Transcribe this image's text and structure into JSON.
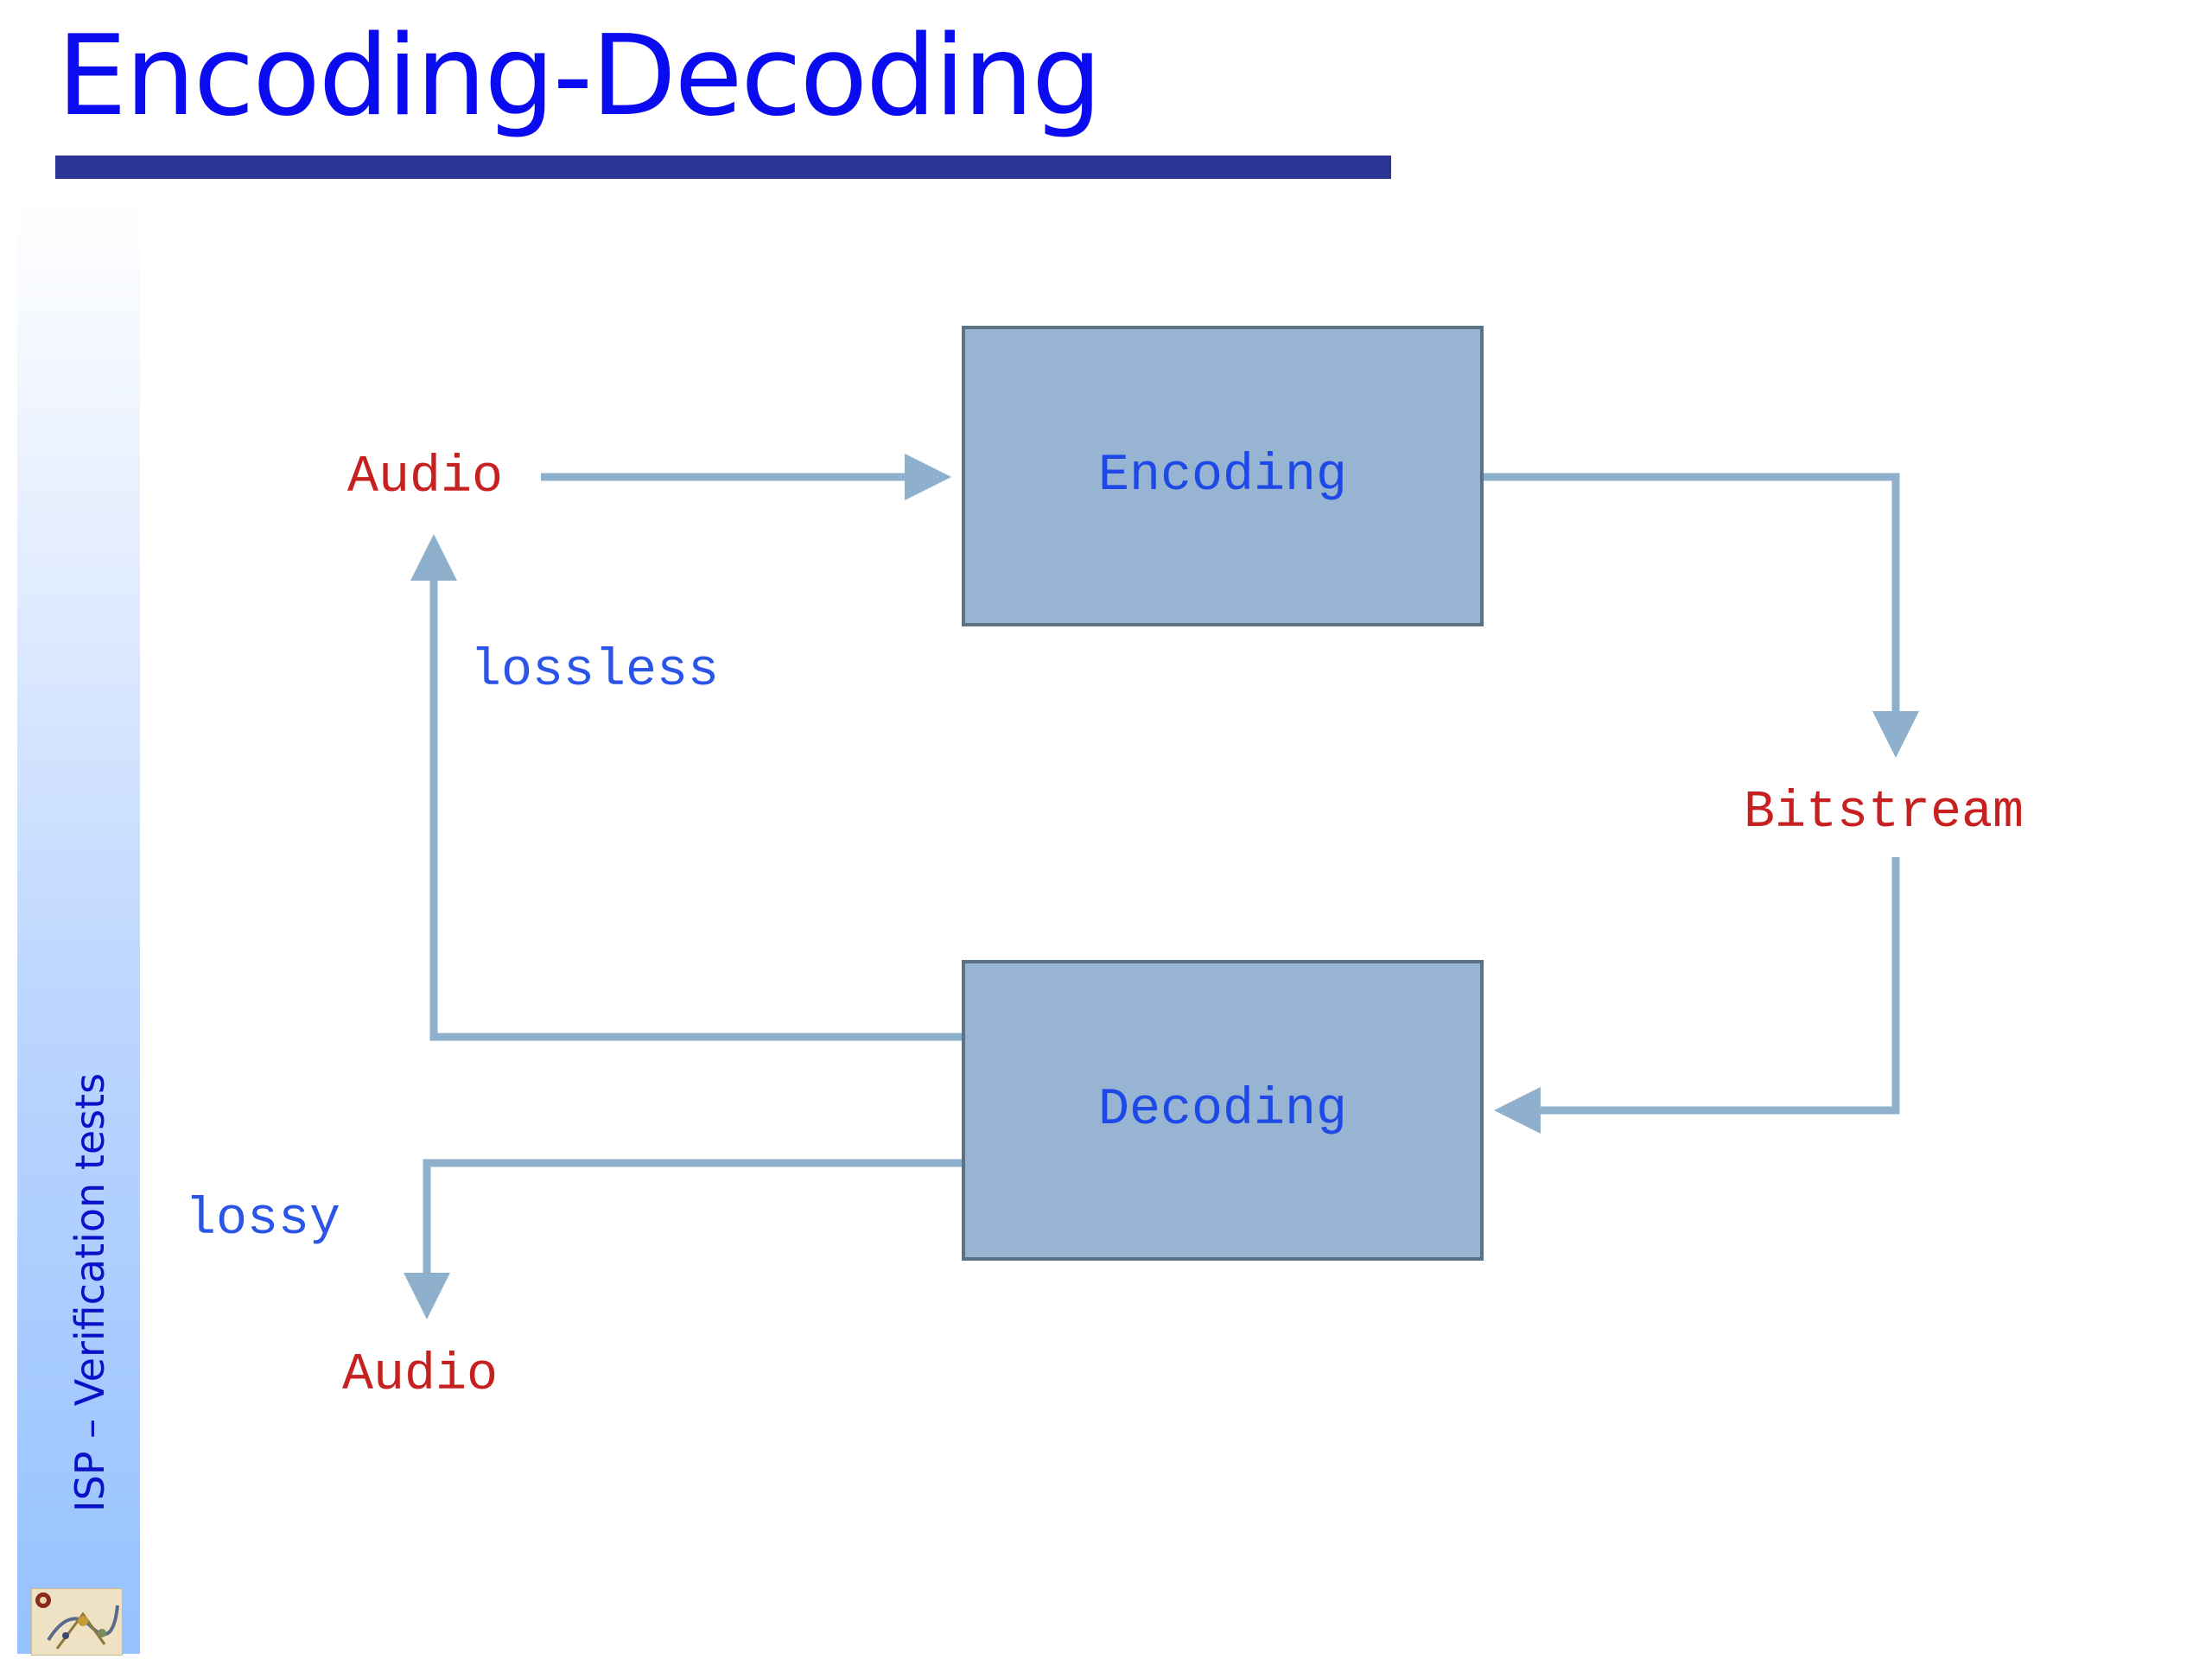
{
  "slide": {
    "title": "Encoding-Decoding",
    "side_label": "ISP – Verification tests"
  },
  "diagram": {
    "nodes": {
      "encoding": "Encoding",
      "decoding": "Decoding",
      "audio_input": "Audio",
      "bitstream": "Bitstream",
      "audio_output": "Audio"
    },
    "edge_labels": {
      "lossless": "lossless",
      "lossy": "lossy"
    }
  },
  "colors": {
    "title": "#0b0bf0",
    "title_bar": "#2c3596",
    "box_fill": "#97b5d3",
    "box_border": "#5c7184",
    "box_text": "#1e49e6",
    "node_label": "#c62020",
    "edge_label": "#2b55e6",
    "arrow": "#8eb0cc"
  },
  "icons": {
    "logo": "decorative-logo-icon"
  }
}
